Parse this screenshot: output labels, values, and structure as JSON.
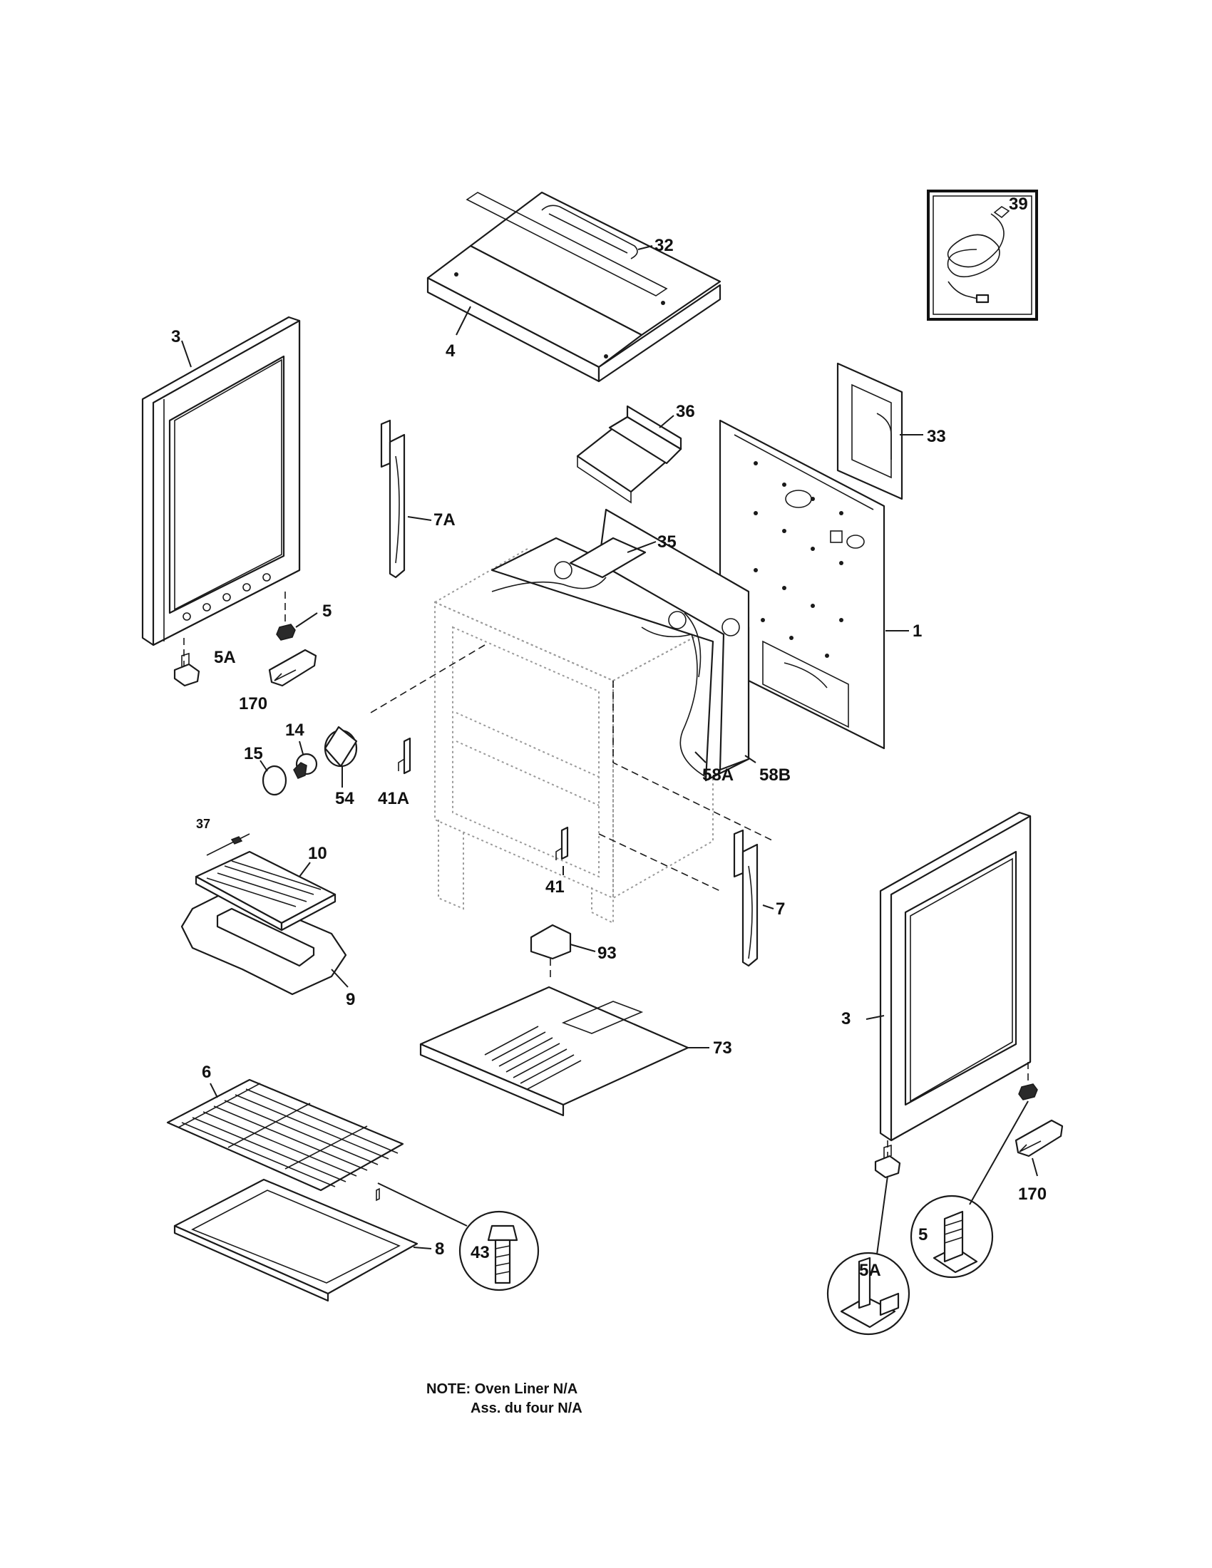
{
  "diagram": {
    "callouts": {
      "c39": "39",
      "c32": "32",
      "c4": "4",
      "c3_left": "3",
      "c36": "36",
      "c33": "33",
      "c7A": "7A",
      "c35": "35",
      "c1": "1",
      "c5_left": "5",
      "c5A_left": "5A",
      "c170_left": "170",
      "c14": "14",
      "c15": "15",
      "c54": "54",
      "c41A": "41A",
      "c58A": "58A",
      "c58B": "58B",
      "c37": "37",
      "c10": "10",
      "c41": "41",
      "c7": "7",
      "c3_right": "3",
      "c93": "93",
      "c9": "9",
      "c73": "73",
      "c6": "6",
      "c8": "8",
      "c43": "43",
      "c170_right": "170",
      "c5_right": "5",
      "c5A_right": "5A"
    },
    "note": {
      "line1": "NOTE: Oven Liner N/A",
      "line2": "Ass. du four N/A"
    }
  }
}
